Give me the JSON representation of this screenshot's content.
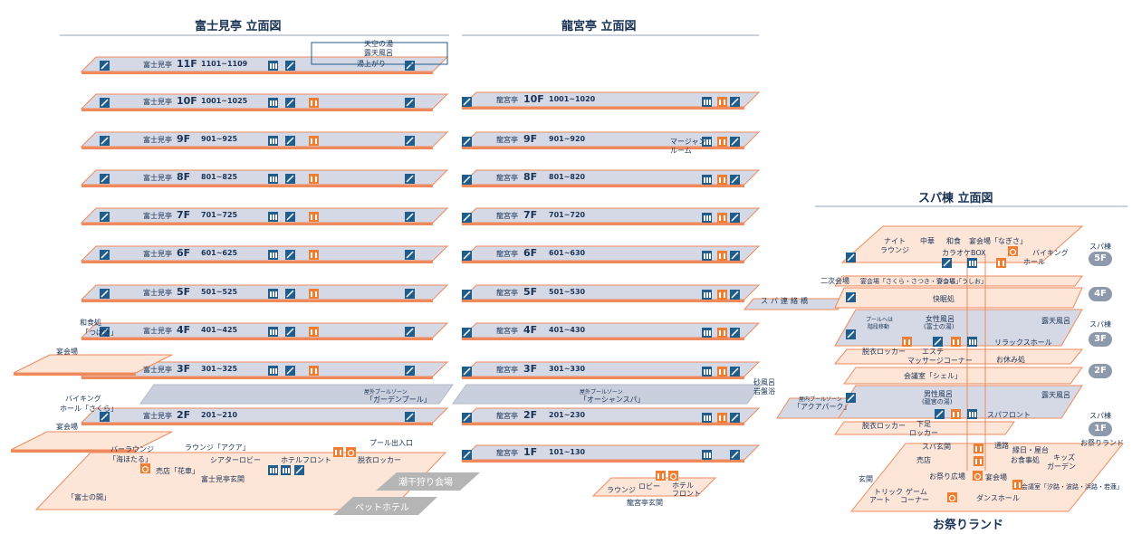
{
  "titles": {
    "fuji": "富士見亭 立面図",
    "ryugu": "龍宮亭 立面図",
    "spa": "スパ棟 立面図",
    "matsuri": "お祭りランド"
  },
  "fuji_floors": [
    {
      "name": "富士見亭",
      "floor": "11F",
      "rooms": "1101~1109"
    },
    {
      "name": "富士見亭",
      "floor": "10F",
      "rooms": "1001~1025"
    },
    {
      "name": "富士見亭",
      "floor": "9F",
      "rooms": "901~925"
    },
    {
      "name": "富士見亭",
      "floor": "8F",
      "rooms": "801~825"
    },
    {
      "name": "富士見亭",
      "floor": "7F",
      "rooms": "701~725"
    },
    {
      "name": "富士見亭",
      "floor": "6F",
      "rooms": "601~625"
    },
    {
      "name": "富士見亭",
      "floor": "5F",
      "rooms": "501~525"
    },
    {
      "name": "富士見亭",
      "floor": "4F",
      "rooms": "401~425"
    },
    {
      "name": "富士見亭",
      "floor": "3F",
      "rooms": "301~325"
    },
    {
      "name": "富士見亭",
      "floor": "2F",
      "rooms": "201~210"
    }
  ],
  "ryugu_floors": [
    {
      "name": "龍宮亭",
      "floor": "10F",
      "rooms": "1001~1020"
    },
    {
      "name": "龍宮亭",
      "floor": "9F",
      "rooms": "901~920"
    },
    {
      "name": "龍宮亭",
      "floor": "8F",
      "rooms": "801~820"
    },
    {
      "name": "龍宮亭",
      "floor": "7F",
      "rooms": "701~720"
    },
    {
      "name": "龍宮亭",
      "floor": "6F",
      "rooms": "601~630"
    },
    {
      "name": "龍宮亭",
      "floor": "5F",
      "rooms": "501~530"
    },
    {
      "name": "龍宮亭",
      "floor": "4F",
      "rooms": "401~430"
    },
    {
      "name": "龍宮亭",
      "floor": "3F",
      "rooms": "301~330"
    },
    {
      "name": "龍宮亭",
      "floor": "2F",
      "rooms": "201~230"
    },
    {
      "name": "龍宮亭",
      "floor": "1F",
      "rooms": "101~130"
    }
  ],
  "fuji_labels": {
    "sky_bath": "天空の湯",
    "open_air": "露天風呂",
    "yuagari": "湯上がり",
    "washokudokoro": "和食処",
    "tsubaki": "「つばき」",
    "banquet": "宴会場",
    "viking": "バイキング",
    "hall_sakura": "ホール「さくら」",
    "banquet2": "宴会場",
    "bar_lounge": "バーラウンジ",
    "umihotaru": "「海ほたる」",
    "lounge_aqua": "ラウンジ「アクア」",
    "shop_hanaguruma": "売店「花車」",
    "theater_lobby": "シアターロビー",
    "hotel_front": "ホテルフロント",
    "pool_entrance": "プール出入口",
    "changing_locker": "脱衣ロッカー",
    "fuji_entrance": "富士見亭玄関",
    "fuji_no_ma": "「富士の間」",
    "outdoor_pool_zone": "屋外プールゾーン",
    "garden_pool": "「ガーデンプール」"
  },
  "ryugu_labels": {
    "mahjong": "マージャン",
    "room": "ルーム",
    "outdoor_pool_zone": "屋外プールゾーン",
    "ocean_spa": "「オーシャンスパ」",
    "sand_bath": "砂風呂",
    "rock_bath": "岩盤浴",
    "lounge": "ラウンジ",
    "lobby": "ロビー",
    "hotel": "ホテル",
    "front": "フロント",
    "ryugu_entrance": "龍宮亭玄関"
  },
  "gray_labels": {
    "shiohigari": "潮干狩り会場",
    "pet_hotel": "ペットホテル"
  },
  "spa_labels": {
    "connector": "スパ連絡橋",
    "night_lounge1": "ナイト",
    "night_lounge2": "ラウンジ",
    "chuka": "中華",
    "washoku": "和食",
    "banquet_nagisa": "宴会場「なぎさ」",
    "karaoke": "カラオケBOX",
    "viking": "バイキング",
    "hall": "ホール",
    "niji_kaijo": "二次会場",
    "banquet_sakura": "宴会場「さくら・さつき・つつじ」",
    "banquet_ushio": "宴会場「うしお」",
    "kaiminsho": "快眠処",
    "pool_note1": "プールへは",
    "pool_note2": "階段移動",
    "female_bath": "女性風呂",
    "female_bath_sub": "(富士の湯)",
    "open_air": "露天風呂",
    "changing_locker": "脱衣ロッカー",
    "esthe": "エステ",
    "massage": "マッサージコーナー",
    "relax_hall": "リラックスホール",
    "oyasumidokoro": "お休み処",
    "meeting_shell": "会議室「シェル」",
    "outdoor_pool_zone": "屋内プールゾーン",
    "aqua_park": "「アクアパーク」",
    "male_bath": "男性風呂",
    "male_bath_sub": "(龍宮の湯)",
    "open_air2": "露天風呂",
    "changing_locker2": "脱衣ロッカー",
    "geta_locker1": "下足",
    "geta_locker2": "ロッカー",
    "spa_front": "スパフロント",
    "spa_entrance": "スパ玄関",
    "passage": "通路",
    "ennichi": "縁日・屋台",
    "food_place": "お食事処",
    "kids1": "キッズ",
    "kids2": "ガーデン",
    "shop": "売店",
    "matsuri_plaza": "お祭り広場",
    "banquet_hall": "宴会場",
    "entrance": "玄関",
    "trick1": "トリック",
    "trick2": "アート",
    "game1": "ゲーム",
    "game2": "コーナー",
    "dance_hall": "ダンスホール",
    "meeting_rooms": "会議室「汐路・波路・浜路・若蓮」",
    "spa_bldg": "スパ棟",
    "matsuri_land": "お祭りランド"
  },
  "spa_badges": [
    "5F",
    "4F",
    "3F",
    "2F",
    "1F"
  ],
  "colors": {
    "floor_fill": "#d5d9e6",
    "floor_stroke": "#f08a5d",
    "orange_fill": "#fde6d8",
    "icon_blue": "#1f5d8c",
    "icon_orange": "#ef7e31",
    "gray_banner": "#b5b5b5",
    "text_navy": "#1a3355"
  }
}
